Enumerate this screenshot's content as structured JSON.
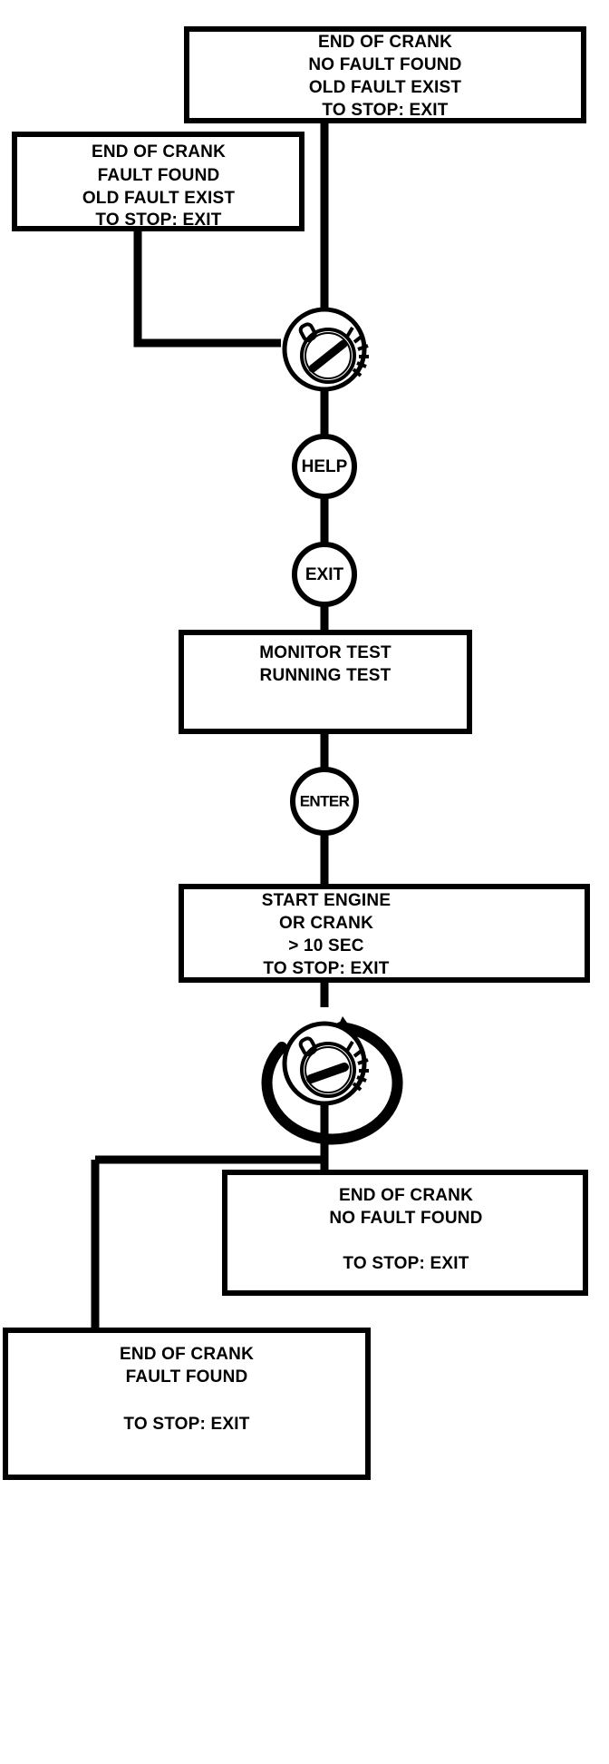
{
  "diagram": {
    "title": "Engine Crank Monitor Test Flow",
    "type": "flowchart",
    "colors": {
      "line": "#000000",
      "fill": "#ffffff",
      "background": "#ffffff"
    },
    "nodes": [
      {
        "id": "end-crank-no-fault-old-fault",
        "kind": "message-box",
        "lines": [
          "END OF CRANK",
          "NO FAULT FOUND",
          "OLD FAULT EXIST",
          "TO STOP: EXIT"
        ]
      },
      {
        "id": "end-crank-fault-old-fault",
        "kind": "message-box",
        "lines": [
          "END OF CRANK",
          "FAULT FOUND",
          "OLD FAULT EXIST",
          "TO STOP: EXIT"
        ]
      },
      {
        "id": "ignition-switch-upper",
        "kind": "rotary-switch-icon",
        "label": "ignition-switch"
      },
      {
        "id": "help-key",
        "kind": "key-button",
        "label": "HELP"
      },
      {
        "id": "exit-key",
        "kind": "key-button",
        "label": "EXIT"
      },
      {
        "id": "monitor-test",
        "kind": "message-box",
        "lines": [
          "MONITOR TEST",
          "RUNNING TEST",
          "",
          ""
        ]
      },
      {
        "id": "enter-key",
        "kind": "key-button",
        "label": "ENTER"
      },
      {
        "id": "start-engine",
        "kind": "message-box",
        "lines": [
          "START ENGINE",
          "OR CRANK",
          "> 10 SEC",
          "TO STOP: EXIT"
        ]
      },
      {
        "id": "ignition-switch-lower",
        "kind": "rotary-switch-icon-with-arrow",
        "label": "ignition-switch-turn-clockwise"
      },
      {
        "id": "end-crank-no-fault",
        "kind": "message-box",
        "lines": [
          "END OF CRANK",
          "NO FAULT FOUND",
          "",
          "TO STOP: EXIT"
        ]
      },
      {
        "id": "end-crank-fault",
        "kind": "message-box",
        "lines": [
          "END OF CRANK",
          "FAULT FOUND",
          "",
          "TO STOP: EXIT"
        ]
      }
    ]
  },
  "labels": {
    "b1l1": "END OF CRANK",
    "b1l2": "NO FAULT FOUND",
    "b1l3": "OLD FAULT EXIST",
    "b1l4": "TO STOP: EXIT",
    "b2l1": "END OF CRANK",
    "b2l2": "FAULT FOUND",
    "b2l3": "OLD FAULT EXIST",
    "b2l4": "TO STOP: EXIT",
    "help": "HELP",
    "exit": "EXIT",
    "b3l1": "MONITOR TEST",
    "b3l2": "RUNNING TEST",
    "enter": "ENTER",
    "b4l1": "START ENGINE",
    "b4l2": "OR CRANK",
    "b4l3": "> 10 SEC",
    "b4l4": "TO STOP: EXIT",
    "b5l1": "END OF CRANK",
    "b5l2": "NO FAULT FOUND",
    "b5l3": "TO STOP: EXIT",
    "b6l1": "END OF CRANK",
    "b6l2": "FAULT FOUND",
    "b6l3": "TO STOP: EXIT"
  }
}
